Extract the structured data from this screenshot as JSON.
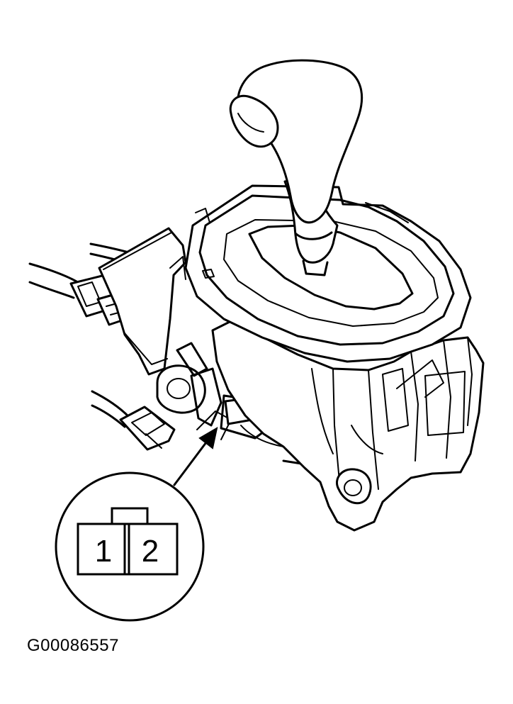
{
  "figure": {
    "id": "G00086557"
  },
  "connector": {
    "pins": [
      {
        "label": "1"
      },
      {
        "label": "2"
      }
    ]
  },
  "colors": {
    "line": "#000000",
    "background": "#ffffff"
  }
}
